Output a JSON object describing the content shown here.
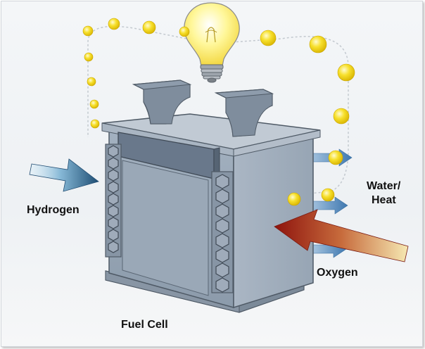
{
  "labels": {
    "hydrogen": "Hydrogen",
    "water_line1": "Water/",
    "water_line2": "Heat",
    "oxygen": "Oxygen",
    "fuel_cell": "Fuel Cell"
  },
  "icons": [
    "light-bulb-icon",
    "hydrogen-arrow-icon",
    "oxygen-arrow-icon",
    "water-heat-arrow-icon",
    "electron-icon"
  ],
  "colors": {
    "electron": "#f5d90f",
    "bulb": "#fff27a",
    "cell_front": "#98a7b7",
    "cell_side": "#a3b0bf",
    "cell_top": "#bcc6d1",
    "hydrogen_arrow": "#3b6f98",
    "oxygen_arrow": "#9a1710",
    "water_arrow": "#5a8fc0",
    "label_text": "#111111"
  }
}
